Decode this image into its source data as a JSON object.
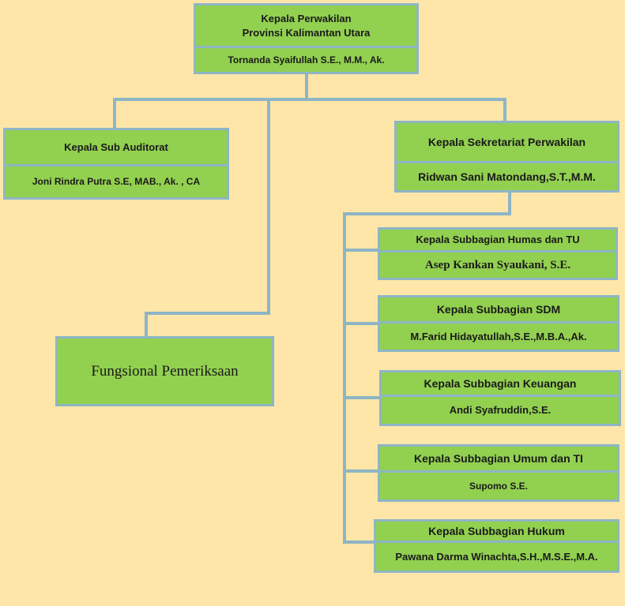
{
  "head": {
    "title": "Kepala Perwakilan\nProvinsi Kalimantan Utara",
    "name": "Tornanda Syaifullah S.E., M.M., Ak."
  },
  "sub_auditorat": {
    "title": "Kepala Sub Auditorat",
    "name": "Joni Rindra Putra S.E, MAB., Ak. , CA"
  },
  "sekretariat": {
    "title": "Kepala Sekretariat  Perwakilan",
    "name": "Ridwan Sani Matondang,S.T.,M.M."
  },
  "fungsional": {
    "title": "Fungsional Pemeriksaan"
  },
  "subbagian": [
    {
      "title": "Kepala Subbagian Humas dan TU",
      "name": "Asep Kankan Syaukani, S.E."
    },
    {
      "title": "Kepala Subbagian SDM",
      "name": "M.Farid Hidayatullah,S.E.,M.B.A.,Ak."
    },
    {
      "title": "Kepala Subbagian Keuangan",
      "name": "Andi Syafruddin,S.E."
    },
    {
      "title": "Kepala Subbagian Umum dan TI",
      "name": "Supomo S.E."
    },
    {
      "title": "Kepala Subbagian Hukum",
      "name": "Pawana Darma Winachta,S.H.,M.S.E.,M.A."
    }
  ],
  "colors": {
    "background": "#fde6a8",
    "box_fill": "#92d050",
    "border": "#8eb5c6"
  }
}
